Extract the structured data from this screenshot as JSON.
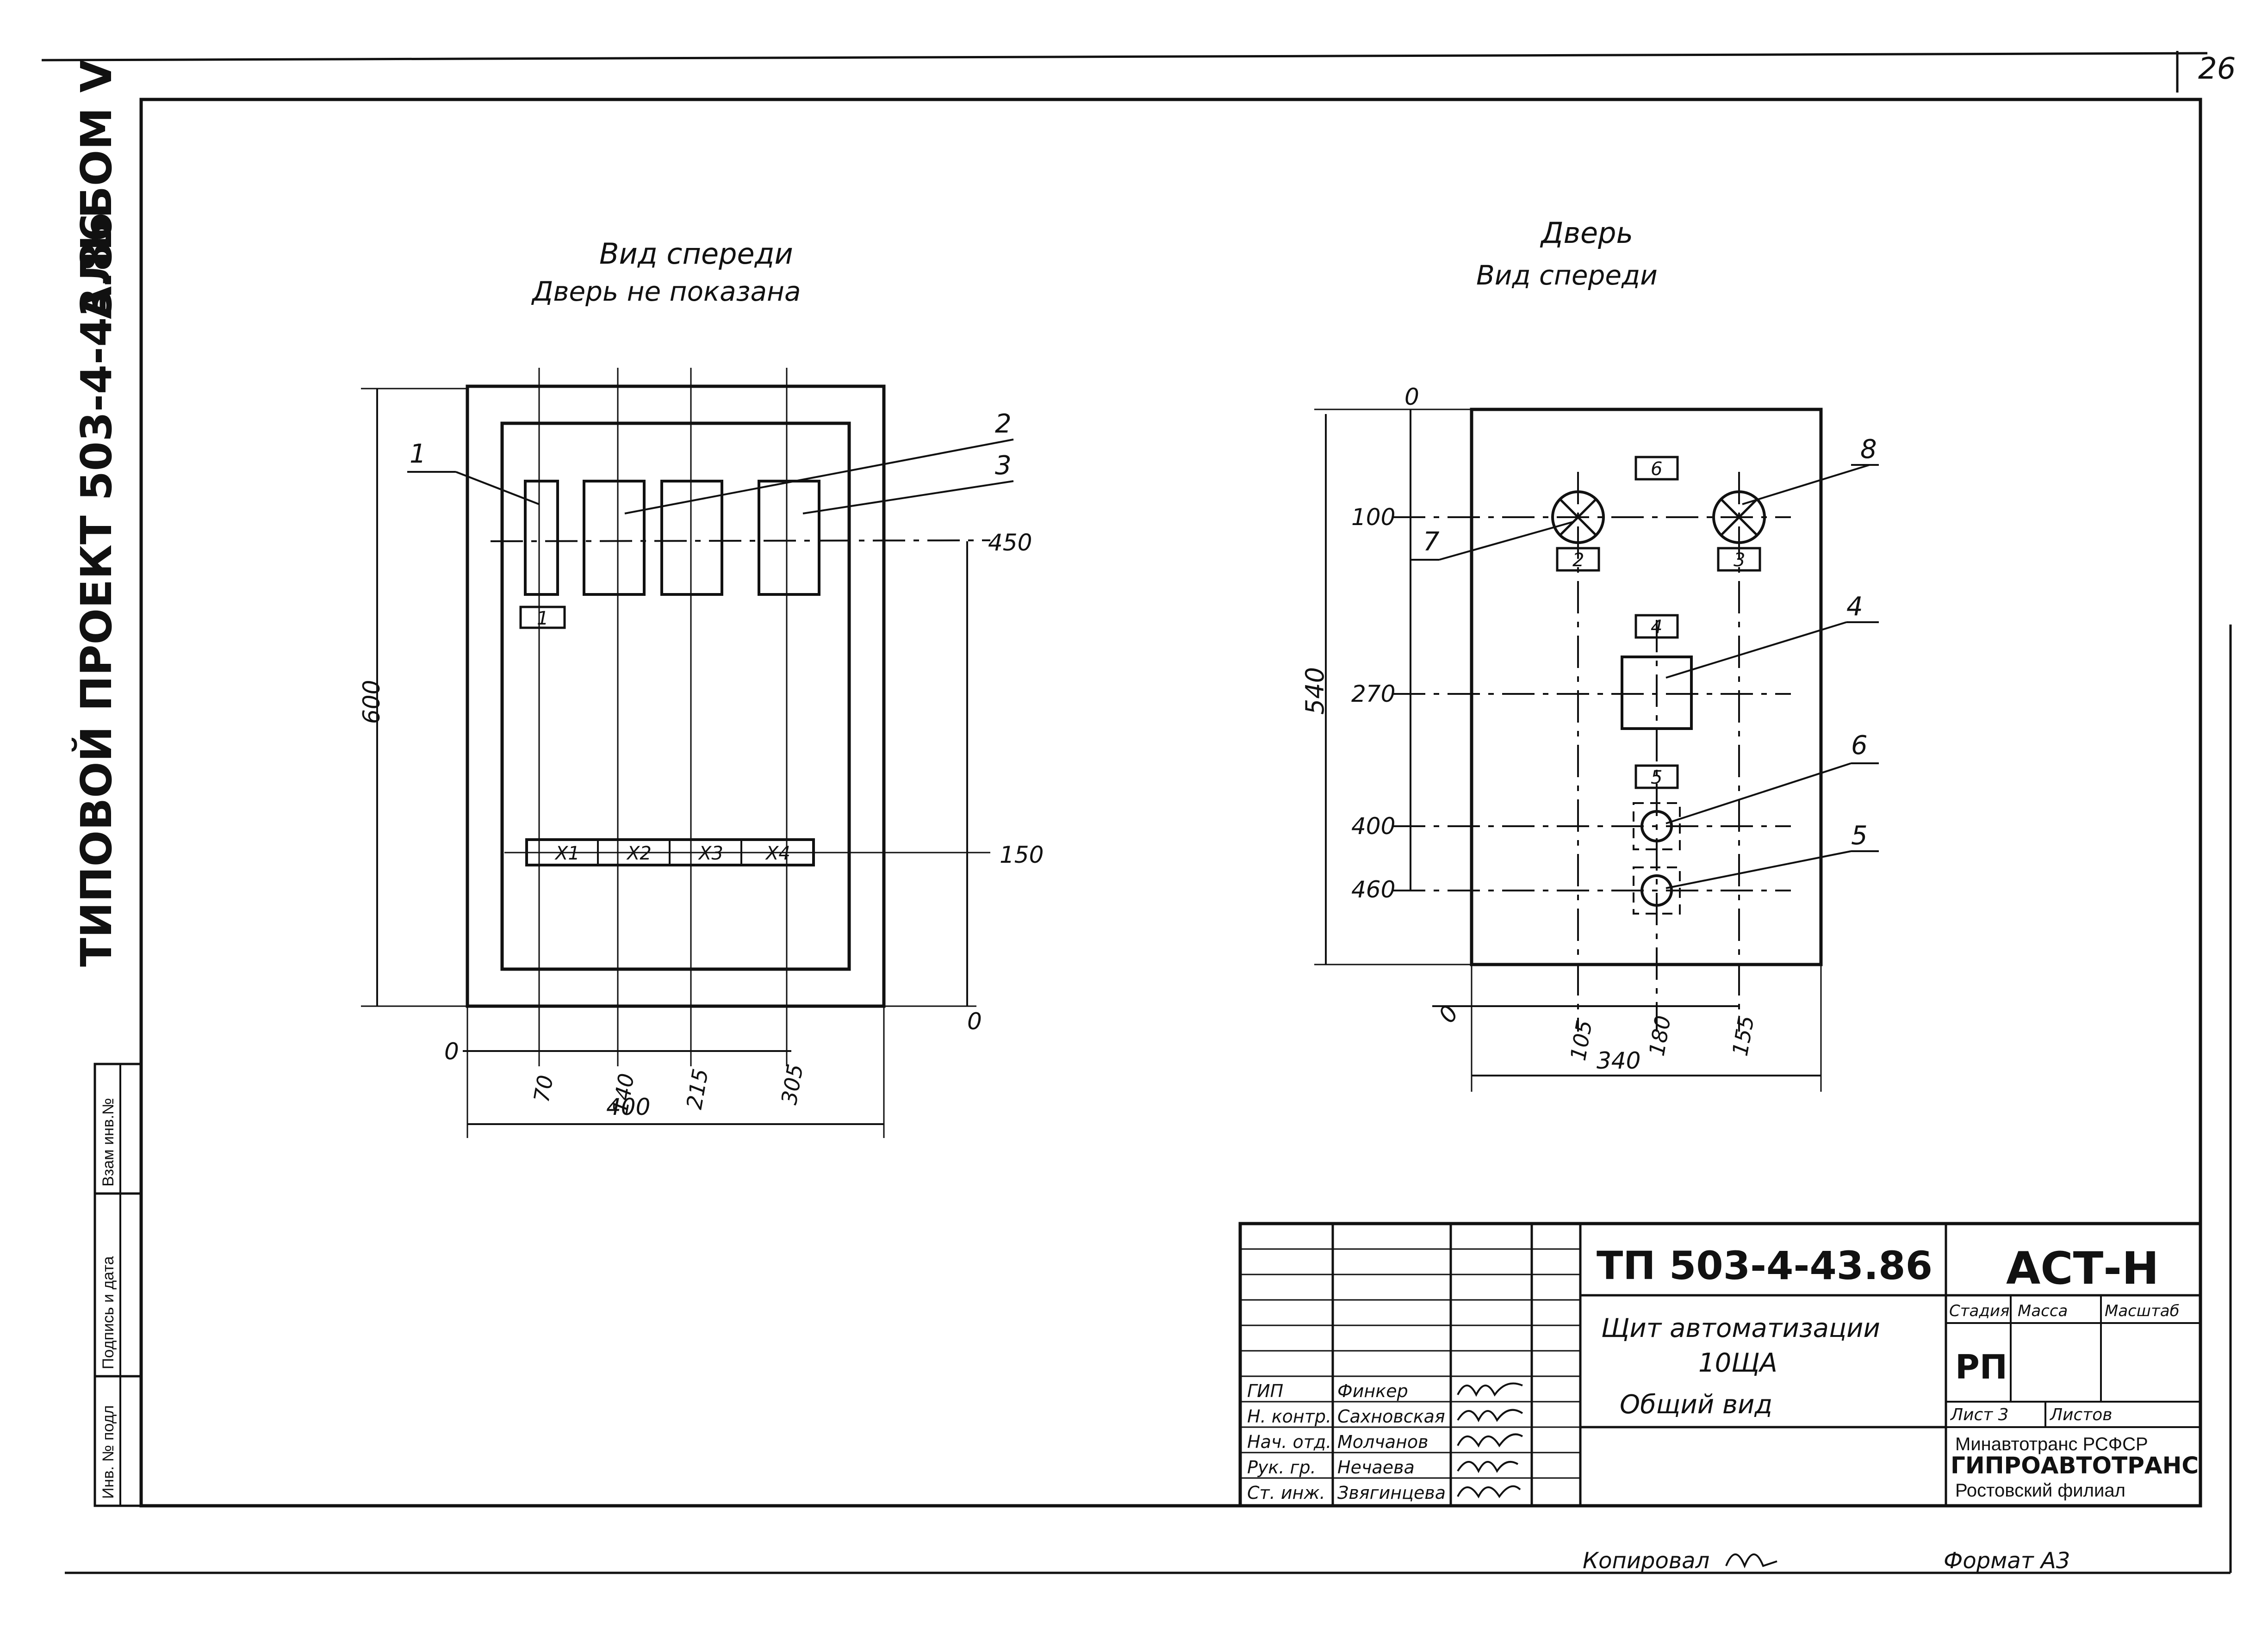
{
  "page_number": "26",
  "side_strip": {
    "album": "АЛЬБОМ V",
    "project": "ТИПОВОЙ ПРОЕКТ 503-4-43.86",
    "stamp_fields": [
      "Взам инв.№",
      "Подпись и дата",
      "Инв. № подл"
    ]
  },
  "left_view": {
    "title_line1": "Вид спереди",
    "title_line2": "Дверь не показана",
    "callouts": [
      "1",
      "2",
      "3"
    ],
    "small_label": "1",
    "terminals": [
      "X1",
      "X2",
      "X3",
      "X4"
    ],
    "dim_height": "600",
    "dim_h450": "450",
    "dim_h150": "150",
    "dim_zero_right": "0",
    "dim_zero_left": "0",
    "dim_x": [
      "70",
      "140",
      "215",
      "305"
    ],
    "dim_width": "400"
  },
  "right_view": {
    "title_line1": "Дверь",
    "title_line2": "Вид спереди",
    "dim_zero_top": "0",
    "dim_height": "540",
    "dim_y": [
      "100",
      "270",
      "400",
      "460"
    ],
    "dim_zero_bottom": "0",
    "dim_x": [
      "105",
      "180",
      "155"
    ],
    "dim_width": "340",
    "labels_boxes": [
      "6",
      "2",
      "3",
      "4",
      "5"
    ],
    "callouts": [
      "8",
      "7",
      "4",
      "6",
      "5"
    ]
  },
  "title_block": {
    "doc_number": "ТП 503-4-43.86",
    "code": "АСТ-Н",
    "name_line1": "Щит автоматизации",
    "name_line2": "10ЩА",
    "name_line3": "Общий вид",
    "stage_header": "Стадия",
    "mass_header": "Масса",
    "scale_header": "Масштаб",
    "stage": "РП",
    "sheet_label": "Лист 3",
    "sheets_label": "Листов",
    "org_line1": "Минавтотранс РСФСР",
    "org_line2": "ГИПРОАВТОТРАНС",
    "org_line3": "Ростовский филиал",
    "roles": [
      "ГИП",
      "Н. контр.",
      "Нач. отд.",
      "Рук. гр.",
      "Ст. инж."
    ],
    "names": [
      "Финкер",
      "Сахновская",
      "Молчанов",
      "Нечаева",
      "Звягинцева"
    ]
  },
  "footer": {
    "copied": "Копировал",
    "format": "Формат А3"
  }
}
